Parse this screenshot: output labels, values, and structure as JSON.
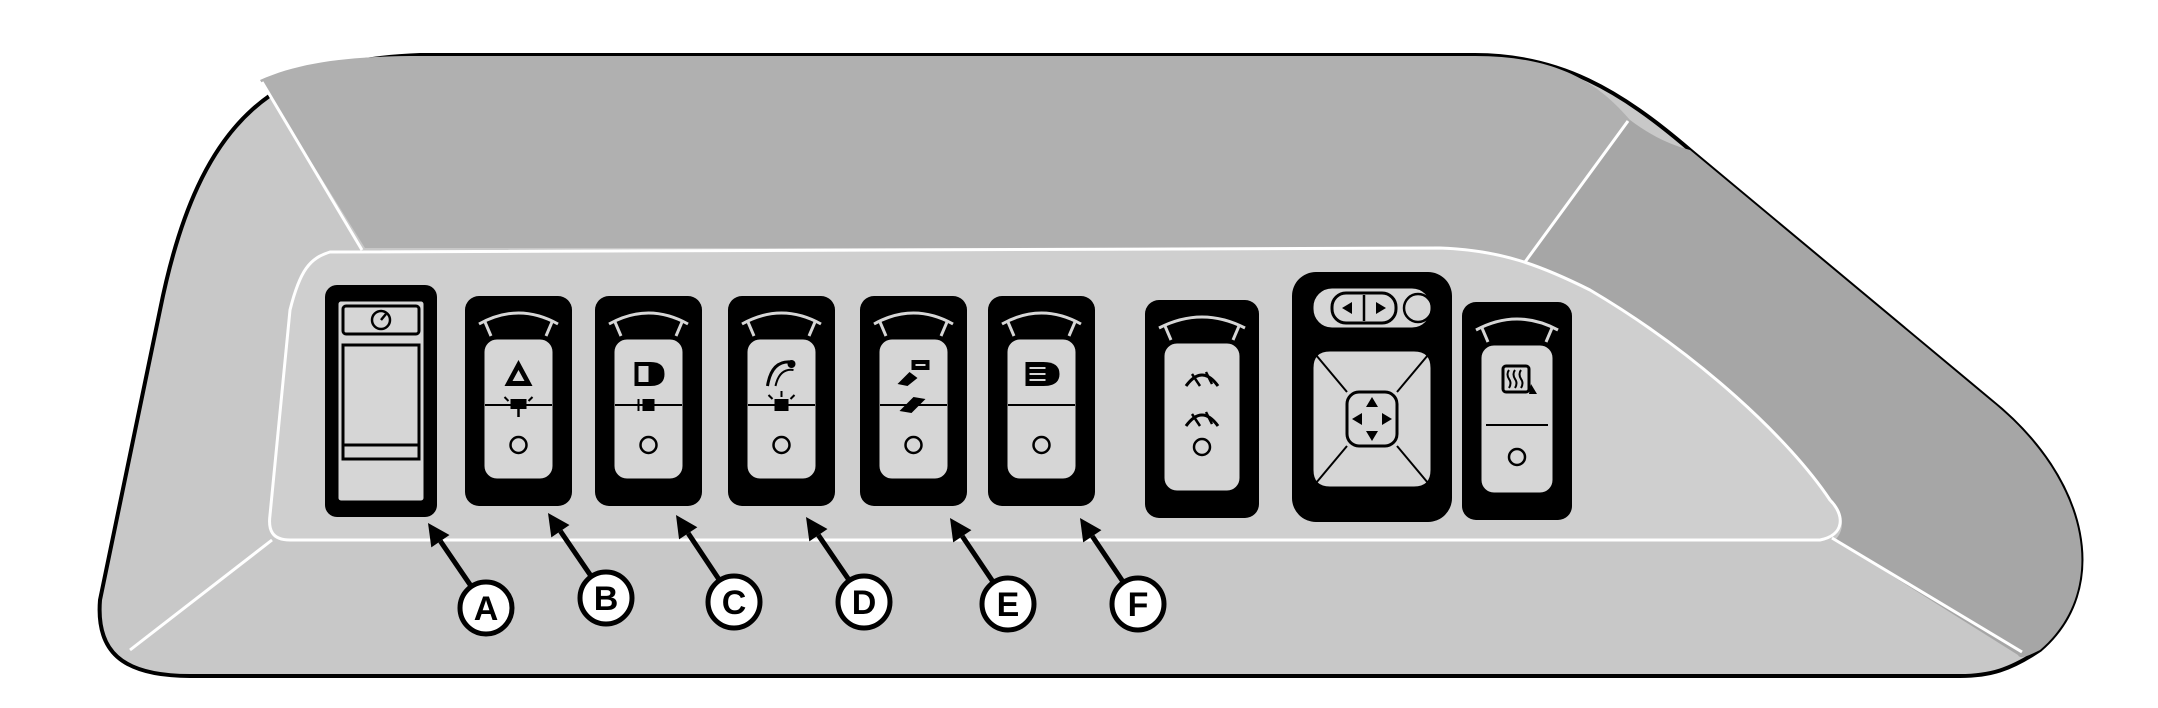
{
  "diagram": {
    "callouts": [
      {
        "id": "A",
        "label": "A"
      },
      {
        "id": "B",
        "label": "B"
      },
      {
        "id": "C",
        "label": "C"
      },
      {
        "id": "D",
        "label": "D"
      },
      {
        "id": "E",
        "label": "E"
      },
      {
        "id": "F",
        "label": "F"
      }
    ],
    "switches": [
      {
        "key": "rocker-a",
        "icon": "gauge-icon"
      },
      {
        "key": "rocker-b",
        "icon": "hazard-warning-icon",
        "icon2": "work-light-icon"
      },
      {
        "key": "rocker-c",
        "icon": "headlight-icon",
        "icon2": "parking-light-icon"
      },
      {
        "key": "rocker-d",
        "icon": "rear-work-light-icon",
        "icon2": "beacon-icon"
      },
      {
        "key": "rocker-e",
        "icon": "front-boom-light-icon",
        "icon2": "boom-light-icon"
      },
      {
        "key": "rocker-f",
        "icon": "high-beam-icon"
      },
      {
        "key": "rocker-wiper",
        "icon": "front-wiper-icon",
        "icon2": "rear-wiper-icon"
      },
      {
        "key": "mirror-control",
        "icon": "mirror-adjust-icon",
        "icon2": "mirror-selector-icon"
      },
      {
        "key": "rocker-defrost",
        "icon": "rear-defrost-icon"
      }
    ],
    "colors": {
      "outline": "#000000",
      "panel_outer": "#c8c8c8",
      "panel_top": "#b0b0b0",
      "panel_right": "#a6a6a6",
      "panel_inner": "#cfcfcf",
      "switch_body": "#000000",
      "switch_face": "#d6d6d6"
    }
  }
}
